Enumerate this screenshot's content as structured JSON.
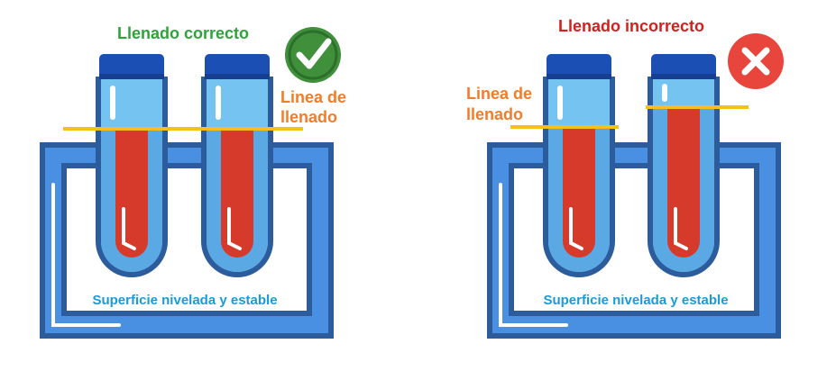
{
  "panels": {
    "correct": {
      "title": "Llenado correcto",
      "fill_line_label": [
        "Linea de",
        "llenado"
      ],
      "surface_label": "Superficie nivelada y estable",
      "status_icon": "check-icon"
    },
    "incorrect": {
      "title": "Llenado incorrecto",
      "fill_line_label": [
        "Linea de",
        "llenado"
      ],
      "surface_label": "Superficie nivelada y estable",
      "status_icon": "cross-icon"
    }
  },
  "colors": {
    "correct_title": "#2ea33c",
    "incorrect_title": "#d0211f",
    "fill_label": "#f07d2a",
    "surface_label": "#1a9ad6",
    "rack_outer": "#2d5c9c",
    "rack_fill": "#4a90e2",
    "tube_liquid": "#d63a2a",
    "tube_empty": "#74c3f0",
    "cap": "#1b4fb3",
    "fill_line": "#f6c01b",
    "check_badge": "#3f8f3b",
    "cross_badge": "#e8453c"
  }
}
